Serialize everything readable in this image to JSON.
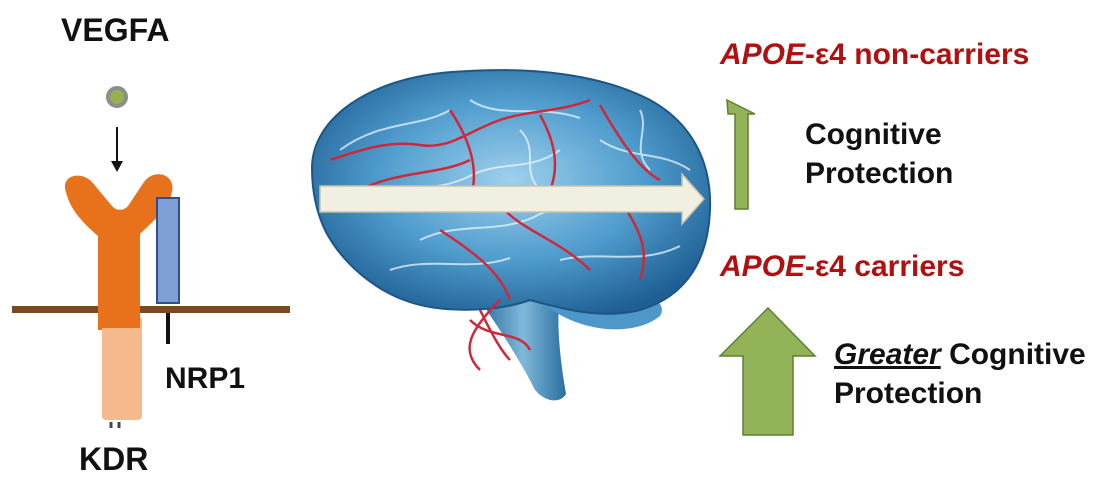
{
  "receptor": {
    "ligand_label": "VEGFA",
    "receptor_label": "KDR",
    "coreceptor_label": "NRP1"
  },
  "outcomes": {
    "noncarrier": {
      "gene": "APOE",
      "allele": "-ε4 non-carriers",
      "effect": [
        "Cognitive",
        "Protection"
      ]
    },
    "carrier": {
      "gene": "APOE",
      "allele": "-ε4 carriers",
      "effect_emphasis": "Greater",
      "effect_line1_rest": " Cognitive",
      "effect_line2": "Protection"
    }
  },
  "colors": {
    "receptor": "#e8721c",
    "receptor_tail": "#f6b98d",
    "membrane": "#7a4a1e",
    "coreceptor": "#7f9fd4",
    "ligand": "#98b04f",
    "arrow_up": "#92b358",
    "arrow_up_stroke": "#5f7f31",
    "label_red": "#b01010",
    "brain_blue": "#3a84b8",
    "vessels": "#d0283a",
    "flow_arrow": "#f1efe2"
  }
}
